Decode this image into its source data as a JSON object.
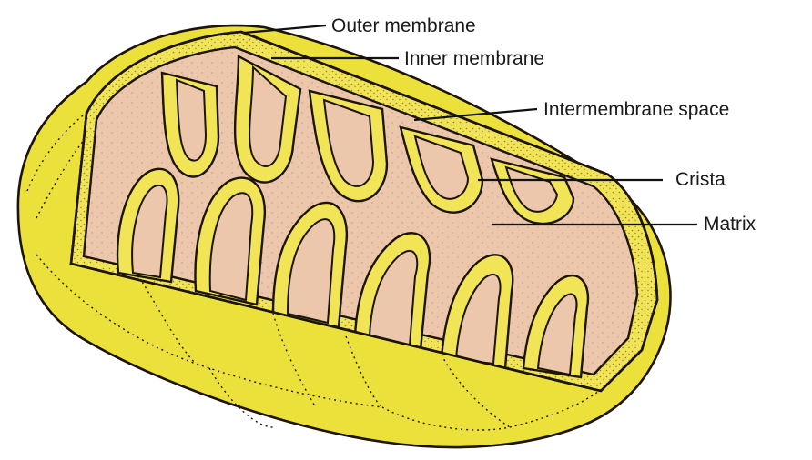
{
  "labels": {
    "outer_membrane": "Outer membrane",
    "inner_membrane": "Inner membrane",
    "intermembrane_space": "Intermembrane space",
    "crista": "Crista",
    "matrix": "Matrix"
  },
  "colors": {
    "outer_membrane_fill": "#ece13a",
    "membrane_band": "#f1e456",
    "matrix_fill": "#ecc7ab",
    "outline": "#1c1408",
    "label_text": "#1a1a1a"
  }
}
